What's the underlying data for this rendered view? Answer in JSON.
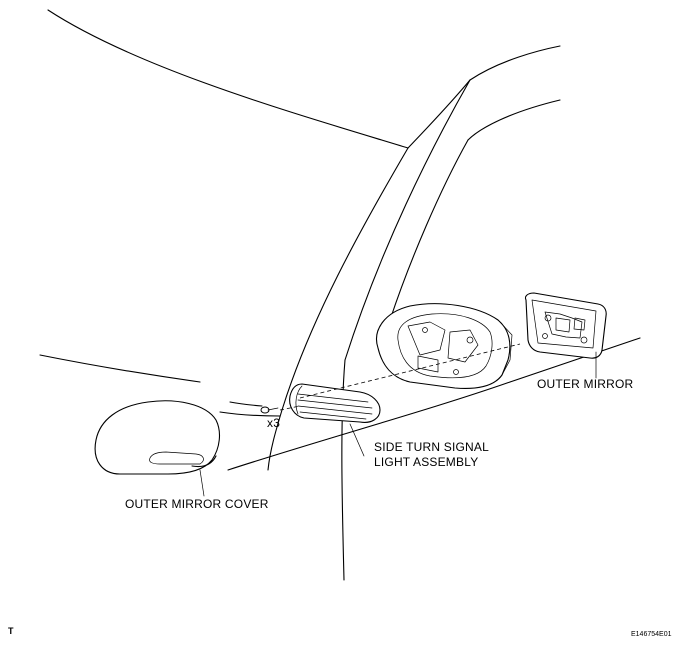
{
  "labels": {
    "outer_mirror": "OUTER MIRROR",
    "side_turn_line1": "SIDE TURN SIGNAL",
    "side_turn_line2": "LIGHT ASSEMBLY",
    "outer_mirror_cover": "OUTER MIRROR COVER",
    "screw_qty": "x3",
    "corner_mark": "T",
    "figure_id": "E146754E01"
  }
}
